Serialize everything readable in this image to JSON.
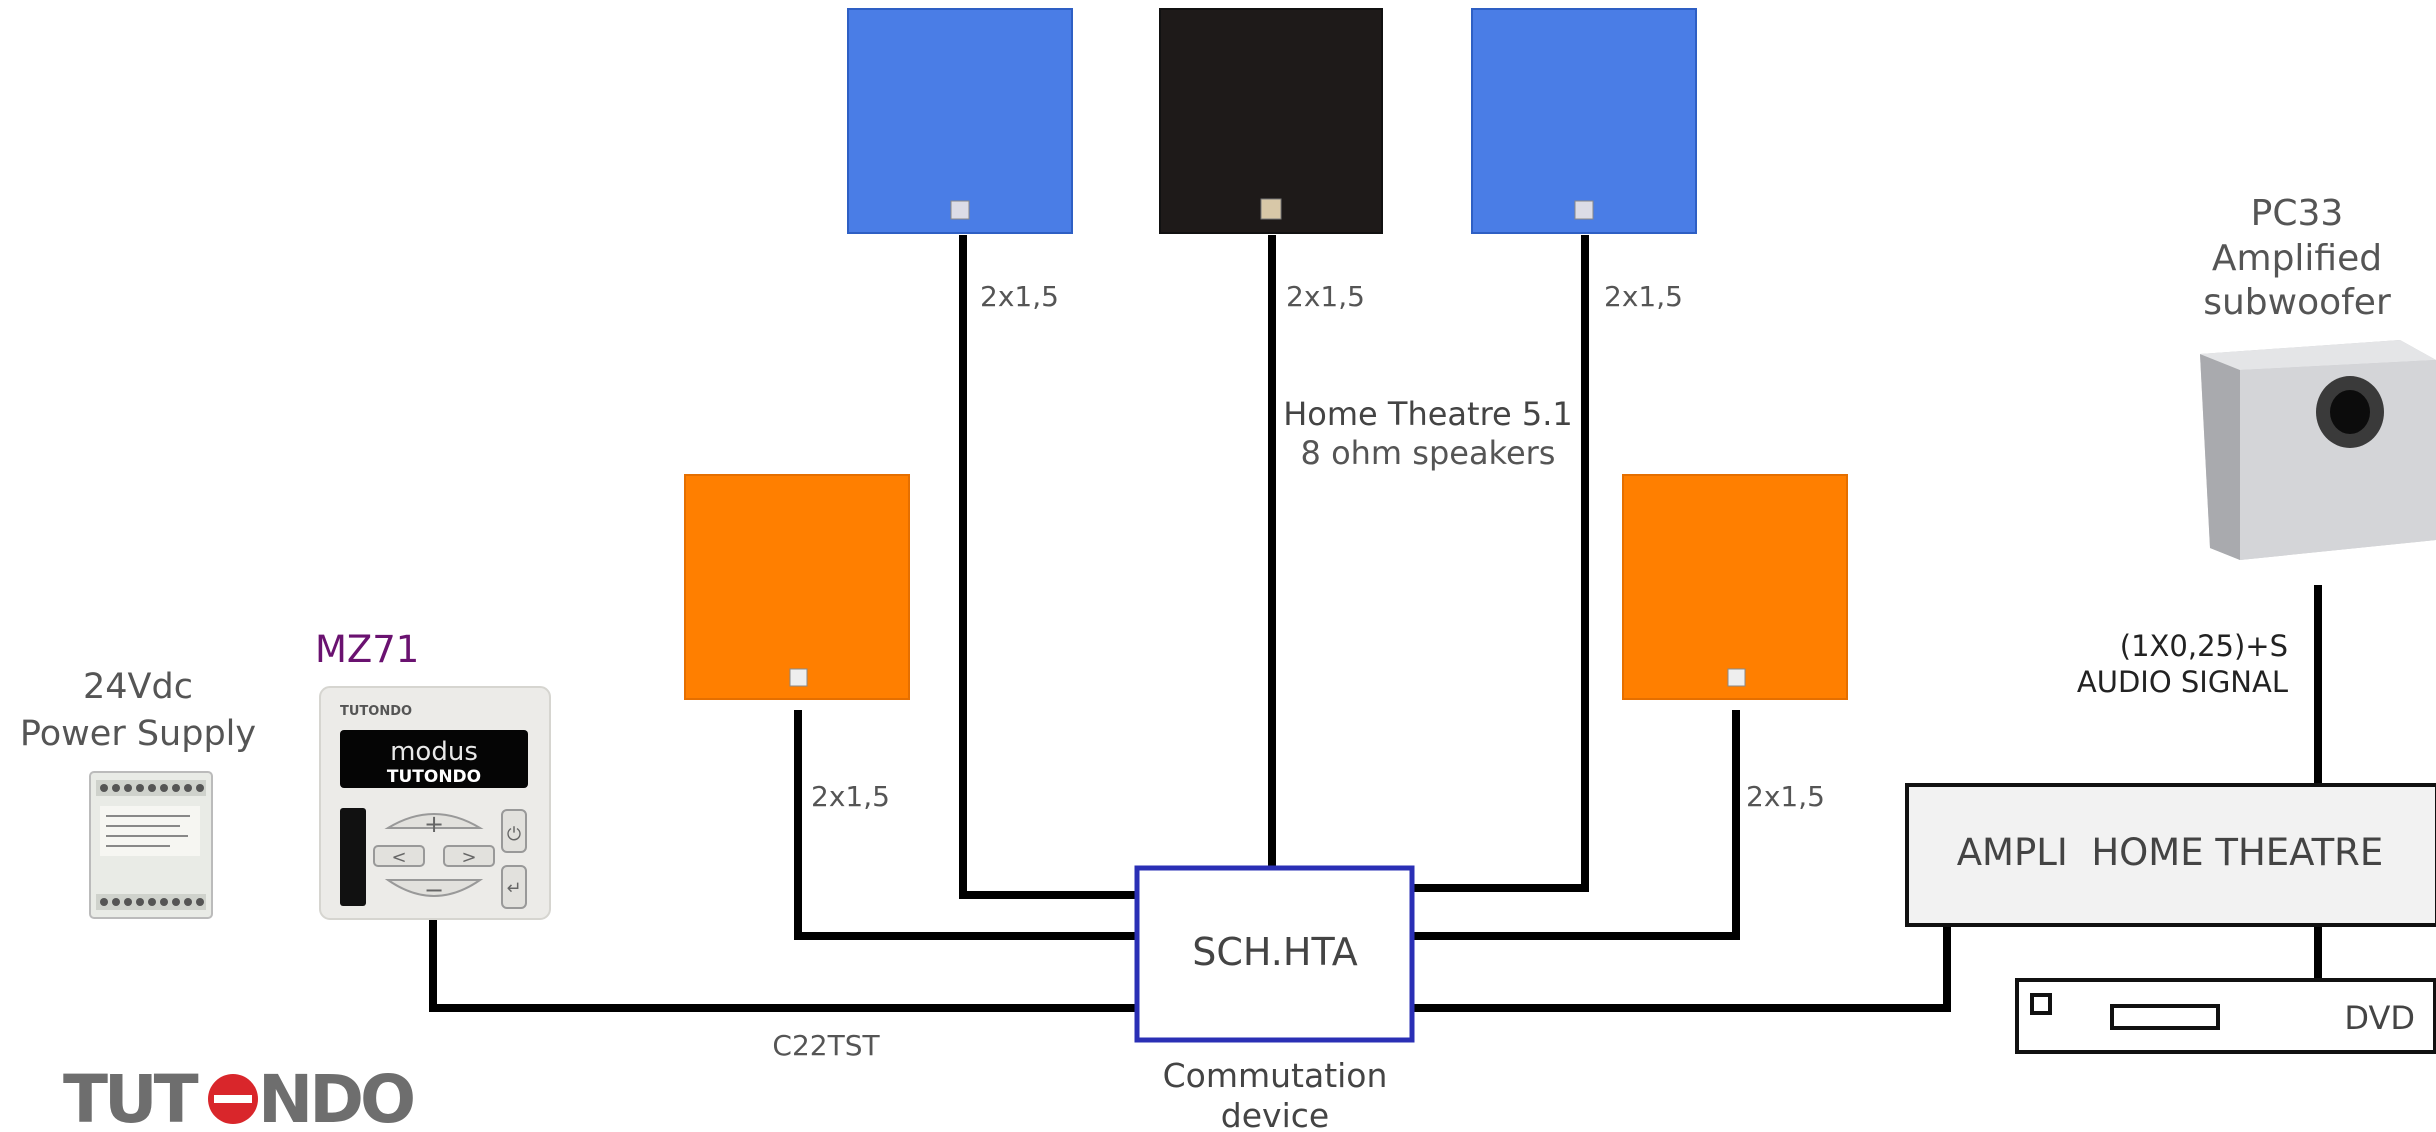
{
  "colors": {
    "wire": "#000000",
    "speaker_blue": "#4a7de6",
    "speaker_black": "#1e1a19",
    "speaker_orange": "#ff7f00",
    "label_grey": "#555555",
    "accent_purple": "#6a1270",
    "sch_border": "#2a2fb5",
    "logo_grey": "#6e6e6e",
    "logo_red": "#d9262b"
  },
  "speakers": {
    "front_left": {
      "color": "blue",
      "wire_label": "2x1,5"
    },
    "center": {
      "color": "black",
      "wire_label": "2x1,5"
    },
    "front_right": {
      "color": "blue",
      "wire_label": "2x1,5"
    },
    "rear_left": {
      "color": "orange",
      "wire_label": "2x1,5"
    },
    "rear_right": {
      "color": "orange",
      "wire_label": "2x1,5"
    }
  },
  "system": {
    "title": "Home Theatre 5.1",
    "subtitle": "8 ohm speakers"
  },
  "subwoofer": {
    "model": "PC33",
    "line1": "Amplified",
    "line2": "subwoofer"
  },
  "audio_signal": {
    "cable": "(1X0,25)+S",
    "label": "AUDIO SIGNAL"
  },
  "amplifier": {
    "label": "AMPLI  HOME THEATRE"
  },
  "dvd": {
    "label": "DVD"
  },
  "switch": {
    "label": "SCH.HTA",
    "caption_line1": "Commutation",
    "caption_line2": "device"
  },
  "bus_cable": {
    "label": "C22TST"
  },
  "keypad": {
    "model": "MZ71",
    "brand_small": "TUTONDO",
    "screen_line1": "modus",
    "screen_line2": "TUTONDO"
  },
  "power_supply": {
    "line1": "24Vdc",
    "line2": "Power Supply"
  },
  "logo": {
    "text_left": "TUT",
    "text_right": "NDO"
  }
}
